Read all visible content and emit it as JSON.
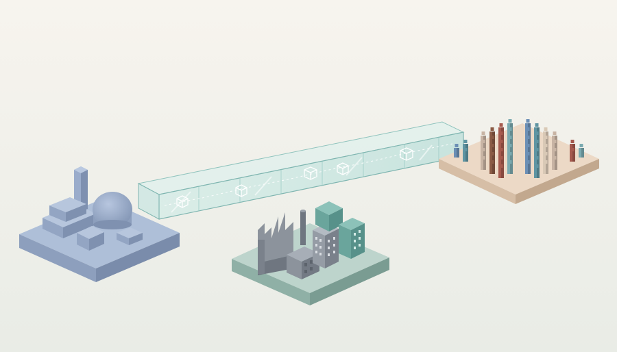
{
  "scene": {
    "illustration": "isometric-infrastructure-network",
    "text_labels": []
  },
  "palette": {
    "background_top": "#f7f4ee",
    "background_bottom": "#e9ece6",
    "plant_top": "#aebfd8",
    "plant_left": "#8d9fbd",
    "plant_right": "#7a8cab",
    "factory_top": "#bdd4cc",
    "factory_left": "#8fb0a6",
    "factory_right": "#7a9c92",
    "factory_gray": "#8c939c",
    "factory_gray_dark": "#6f7680",
    "factory_teal": "#6aa59c",
    "crowd_top": "#ecd9c6",
    "crowd_left": "#d6bea6",
    "crowd_right": "#c2a88e",
    "glass_fill": "#bfe3df",
    "glass_edge": "#7fb5b0",
    "figure_colors": [
      "#b07a5e",
      "#8a5a44",
      "#5f95a3",
      "#7aaab0",
      "#c8b4a4",
      "#6c8fb5",
      "#a65a4e",
      "#d9c9b6"
    ]
  },
  "icons": [
    "power-plant-platform",
    "glass-conduit",
    "factory-platform",
    "crowd-platform",
    "data-cube-icon"
  ]
}
